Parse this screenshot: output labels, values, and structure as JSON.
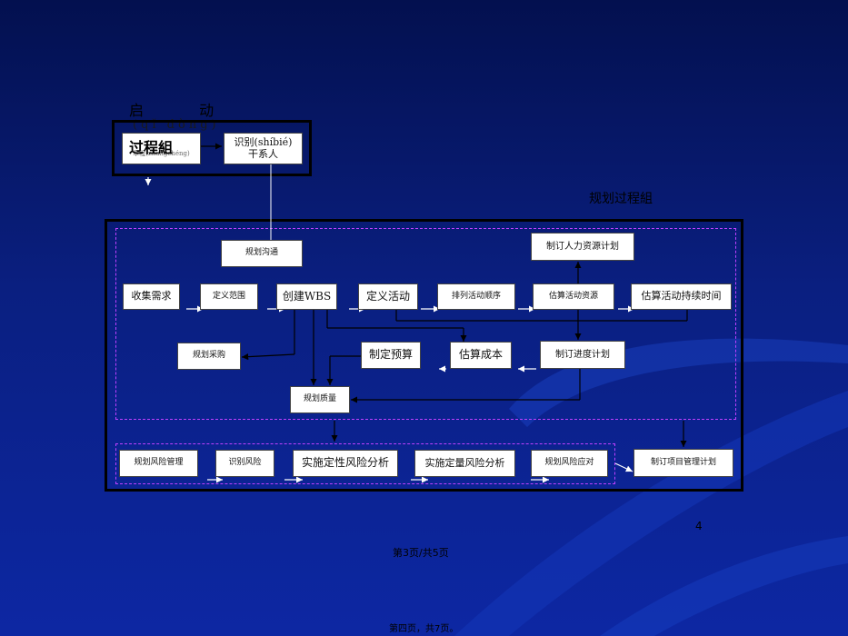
{
  "initiating": {
    "title_line1": "启 动",
    "title_pinyin": "(qǐ dòng)",
    "group_label": "过程組",
    "charter_box": "章程(zhāngchéng)",
    "stakeholder_box_line1": "识别(shíbié)",
    "stakeholder_box_line2": "干系人"
  },
  "planning": {
    "title": "规划过程組",
    "nodes": {
      "plan_communications": "规划沟通",
      "plan_hr": "制订人力资源计划",
      "collect_requirements": "收集需求",
      "define_scope": "定义范围",
      "create_wbs": "创建WBS",
      "define_activities": "定义活动",
      "sequence_activities": "排列活动顺序",
      "estimate_resources": "估算活动资源",
      "estimate_durations": "估算活动持续时间",
      "plan_procurement": "规划采购",
      "determine_budget": "制定预算",
      "estimate_costs": "估算成本",
      "develop_schedule": "制订进度计划",
      "plan_quality": "规划质量",
      "plan_risk_mgmt": "规划风险管理",
      "identify_risks": "识别风险",
      "qualitative_risk": "实施定性风险分析",
      "quantitative_risk": "实施定量风险分析",
      "plan_risk_responses": "规划风险应对",
      "develop_pm_plan": "制订项目管理计划"
    }
  },
  "page_number": "4",
  "footer_inner": "第3页/共5页",
  "footer_outer": "第四页，共7页。",
  "colors": {
    "background_top": "#03104f",
    "background_bottom": "#0d27a3",
    "dashed_border": "#c040ff",
    "frame": "#000000"
  }
}
